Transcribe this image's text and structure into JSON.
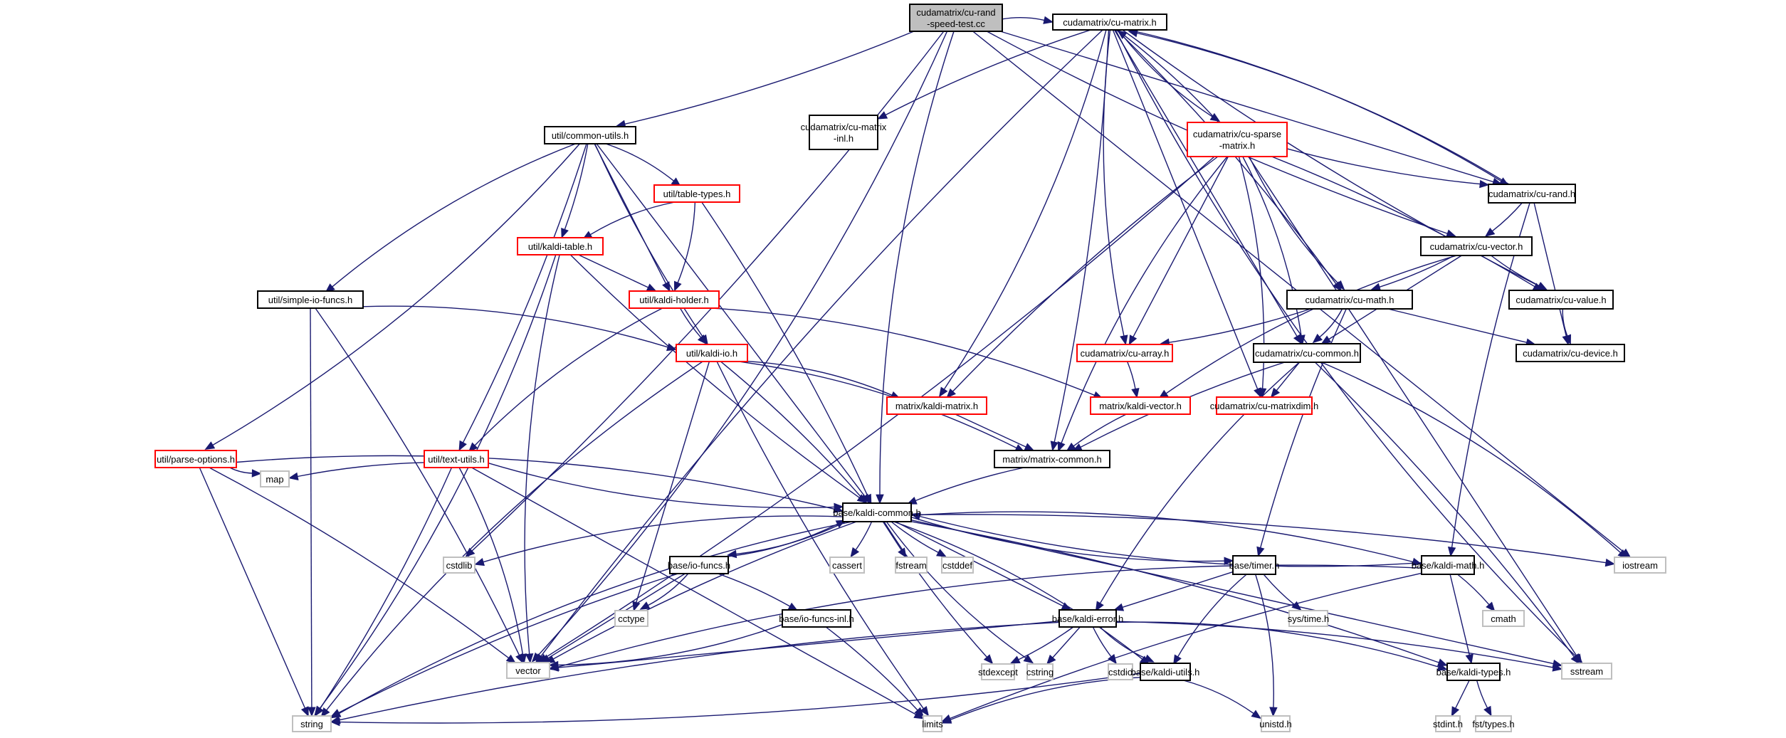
{
  "diagram": {
    "type": "include-dependency-graph",
    "colors": {
      "edge": "#191970",
      "root_fill": "#bfbfbf",
      "normal_border": "#000000",
      "truncated_border": "#ff0000",
      "external_border": "#bfbfbf"
    },
    "nodes": [
      {
        "id": "root",
        "label": [
          "cudamatrix/cu-rand",
          "-speed-test.cc"
        ],
        "kind": "root"
      },
      {
        "id": "cu_matrix",
        "label": [
          "cudamatrix/cu-matrix.h"
        ],
        "kind": "normal"
      },
      {
        "id": "common_utils",
        "label": [
          "util/common-utils.h"
        ],
        "kind": "normal"
      },
      {
        "id": "cu_matrix_inl",
        "label": [
          "cudamatrix/cu-matrix",
          "-inl.h"
        ],
        "kind": "normal"
      },
      {
        "id": "cu_sparse",
        "label": [
          "cudamatrix/cu-sparse",
          "-matrix.h"
        ],
        "kind": "red"
      },
      {
        "id": "table_types",
        "label": [
          "util/table-types.h"
        ],
        "kind": "red"
      },
      {
        "id": "kaldi_table",
        "label": [
          "util/kaldi-table.h"
        ],
        "kind": "red"
      },
      {
        "id": "cu_rand",
        "label": [
          "cudamatrix/cu-rand.h"
        ],
        "kind": "normal"
      },
      {
        "id": "simple_io",
        "label": [
          "util/simple-io-funcs.h"
        ],
        "kind": "normal"
      },
      {
        "id": "kaldi_holder",
        "label": [
          "util/kaldi-holder.h"
        ],
        "kind": "red"
      },
      {
        "id": "cu_vector",
        "label": [
          "cudamatrix/cu-vector.h"
        ],
        "kind": "normal"
      },
      {
        "id": "cu_math",
        "label": [
          "cudamatrix/cu-math.h"
        ],
        "kind": "normal"
      },
      {
        "id": "cu_value",
        "label": [
          "cudamatrix/cu-value.h"
        ],
        "kind": "normal"
      },
      {
        "id": "kaldi_io",
        "label": [
          "util/kaldi-io.h"
        ],
        "kind": "red"
      },
      {
        "id": "cu_array",
        "label": [
          "cudamatrix/cu-array.h"
        ],
        "kind": "red"
      },
      {
        "id": "cu_common",
        "label": [
          "cudamatrix/cu-common.h"
        ],
        "kind": "normal"
      },
      {
        "id": "cu_device",
        "label": [
          "cudamatrix/cu-device.h"
        ],
        "kind": "normal"
      },
      {
        "id": "kaldi_matrix",
        "label": [
          "matrix/kaldi-matrix.h"
        ],
        "kind": "red"
      },
      {
        "id": "kaldi_vector",
        "label": [
          "matrix/kaldi-vector.h"
        ],
        "kind": "red"
      },
      {
        "id": "cu_matrixdim",
        "label": [
          "cudamatrix/cu-matrixdim.h"
        ],
        "kind": "red"
      },
      {
        "id": "parse_options",
        "label": [
          "util/parse-options.h"
        ],
        "kind": "red"
      },
      {
        "id": "text_utils",
        "label": [
          "util/text-utils.h"
        ],
        "kind": "red"
      },
      {
        "id": "matrix_common",
        "label": [
          "matrix/matrix-common.h"
        ],
        "kind": "normal"
      },
      {
        "id": "map",
        "label": [
          "map"
        ],
        "kind": "ext"
      },
      {
        "id": "kaldi_common",
        "label": [
          "base/kaldi-common.h"
        ],
        "kind": "normal"
      },
      {
        "id": "cstdlib",
        "label": [
          "cstdlib"
        ],
        "kind": "ext"
      },
      {
        "id": "io_funcs",
        "label": [
          "base/io-funcs.h"
        ],
        "kind": "normal"
      },
      {
        "id": "cassert",
        "label": [
          "cassert"
        ],
        "kind": "ext"
      },
      {
        "id": "fstream",
        "label": [
          "fstream"
        ],
        "kind": "ext"
      },
      {
        "id": "cstddef",
        "label": [
          "cstddef"
        ],
        "kind": "ext"
      },
      {
        "id": "timer",
        "label": [
          "base/timer.h"
        ],
        "kind": "normal"
      },
      {
        "id": "kaldi_math",
        "label": [
          "base/kaldi-math.h"
        ],
        "kind": "normal"
      },
      {
        "id": "iostream",
        "label": [
          "iostream"
        ],
        "kind": "ext"
      },
      {
        "id": "cctype",
        "label": [
          "cctype"
        ],
        "kind": "ext"
      },
      {
        "id": "io_funcs_inl",
        "label": [
          "base/io-funcs-inl.h"
        ],
        "kind": "normal"
      },
      {
        "id": "kaldi_error",
        "label": [
          "base/kaldi-error.h"
        ],
        "kind": "normal"
      },
      {
        "id": "sys_time",
        "label": [
          "sys/time.h"
        ],
        "kind": "ext"
      },
      {
        "id": "cmath",
        "label": [
          "cmath"
        ],
        "kind": "ext"
      },
      {
        "id": "vector",
        "label": [
          "vector"
        ],
        "kind": "ext"
      },
      {
        "id": "stdexcept",
        "label": [
          "stdexcept"
        ],
        "kind": "ext"
      },
      {
        "id": "cstring",
        "label": [
          "cstring"
        ],
        "kind": "ext"
      },
      {
        "id": "cstdio",
        "label": [
          "cstdio"
        ],
        "kind": "ext"
      },
      {
        "id": "kaldi_utils",
        "label": [
          "base/kaldi-utils.h"
        ],
        "kind": "normal"
      },
      {
        "id": "kaldi_types",
        "label": [
          "base/kaldi-types.h"
        ],
        "kind": "normal"
      },
      {
        "id": "sstream",
        "label": [
          "sstream"
        ],
        "kind": "ext"
      },
      {
        "id": "string",
        "label": [
          "string"
        ],
        "kind": "ext"
      },
      {
        "id": "limits",
        "label": [
          "limits"
        ],
        "kind": "ext"
      },
      {
        "id": "unistd",
        "label": [
          "unistd.h"
        ],
        "kind": "ext"
      },
      {
        "id": "stdint",
        "label": [
          "stdint.h"
        ],
        "kind": "ext"
      },
      {
        "id": "fst_types",
        "label": [
          "fst/types.h"
        ],
        "kind": "ext"
      }
    ],
    "edges": [
      [
        "root",
        "cu_matrix"
      ],
      [
        "root",
        "common_utils"
      ],
      [
        "root",
        "cu_rand"
      ],
      [
        "root",
        "cu_vector"
      ],
      [
        "root",
        "kaldi_common"
      ],
      [
        "root",
        "vector"
      ],
      [
        "root",
        "cstdlib"
      ],
      [
        "root",
        "iostream"
      ],
      [
        "cu_matrix",
        "cu_matrix_inl"
      ],
      [
        "cu_matrix",
        "cu_sparse"
      ],
      [
        "cu_matrix",
        "cu_rand"
      ],
      [
        "cu_matrix",
        "cu_math"
      ],
      [
        "cu_matrix",
        "cu_common"
      ],
      [
        "cu_matrix",
        "cu_value"
      ],
      [
        "cu_matrix",
        "cu_array"
      ],
      [
        "cu_matrix",
        "kaldi_matrix"
      ],
      [
        "cu_matrix",
        "matrix_common"
      ],
      [
        "cu_matrix",
        "cu_matrixdim"
      ],
      [
        "cu_matrix",
        "vector"
      ],
      [
        "cu_matrix",
        "sstream"
      ],
      [
        "common_utils",
        "table_types"
      ],
      [
        "common_utils",
        "kaldi_table"
      ],
      [
        "common_utils",
        "kaldi_holder"
      ],
      [
        "common_utils",
        "kaldi_io"
      ],
      [
        "common_utils",
        "simple_io"
      ],
      [
        "common_utils",
        "parse_options"
      ],
      [
        "common_utils",
        "text_utils"
      ],
      [
        "common_utils",
        "kaldi_common"
      ],
      [
        "cu_sparse",
        "cu_rand"
      ],
      [
        "cu_sparse",
        "cu_math"
      ],
      [
        "cu_sparse",
        "cu_common"
      ],
      [
        "cu_sparse",
        "cu_value"
      ],
      [
        "cu_sparse",
        "cu_array"
      ],
      [
        "cu_sparse",
        "kaldi_matrix"
      ],
      [
        "cu_sparse",
        "matrix_common"
      ],
      [
        "cu_sparse",
        "cu_matrixdim"
      ],
      [
        "cu_sparse",
        "vector"
      ],
      [
        "cu_sparse",
        "sstream"
      ],
      [
        "cu_sparse",
        "cu_matrix"
      ],
      [
        "table_types",
        "kaldi_table"
      ],
      [
        "table_types",
        "kaldi_holder"
      ],
      [
        "table_types",
        "kaldi_common"
      ],
      [
        "kaldi_table",
        "kaldi_holder"
      ],
      [
        "kaldi_table",
        "kaldi_common"
      ],
      [
        "kaldi_table",
        "vector"
      ],
      [
        "kaldi_table",
        "string"
      ],
      [
        "cu_rand",
        "cu_vector"
      ],
      [
        "cu_rand",
        "cu_device"
      ],
      [
        "cu_rand",
        "kaldi_math"
      ],
      [
        "cu_rand",
        "cu_matrix"
      ],
      [
        "simple_io",
        "kaldi_io"
      ],
      [
        "simple_io",
        "vector"
      ],
      [
        "simple_io",
        "string"
      ],
      [
        "kaldi_holder",
        "kaldi_io"
      ],
      [
        "kaldi_holder",
        "text_utils"
      ],
      [
        "kaldi_holder",
        "kaldi_vector"
      ],
      [
        "cu_vector",
        "cu_math"
      ],
      [
        "cu_vector",
        "cu_common"
      ],
      [
        "cu_vector",
        "cu_value"
      ],
      [
        "cu_vector",
        "kaldi_vector"
      ],
      [
        "cu_math",
        "cu_common"
      ],
      [
        "cu_math",
        "cu_array"
      ],
      [
        "cu_math",
        "cu_device"
      ],
      [
        "cu_math",
        "timer"
      ],
      [
        "cu_value",
        "cu_device"
      ],
      [
        "kaldi_io",
        "kaldi_matrix"
      ],
      [
        "kaldi_io",
        "kaldi_common"
      ],
      [
        "kaldi_io",
        "cctype"
      ],
      [
        "kaldi_io",
        "limits"
      ],
      [
        "kaldi_io",
        "string"
      ],
      [
        "kaldi_io",
        "matrix_common"
      ],
      [
        "cu_array",
        "kaldi_vector"
      ],
      [
        "cu_common",
        "cu_matrixdim"
      ],
      [
        "cu_common",
        "matrix_common"
      ],
      [
        "cu_common",
        "kaldi_error"
      ],
      [
        "cu_common",
        "iostream"
      ],
      [
        "cu_common",
        "sstream"
      ],
      [
        "kaldi_matrix",
        "matrix_common"
      ],
      [
        "kaldi_vector",
        "matrix_common"
      ],
      [
        "parse_options",
        "map"
      ],
      [
        "parse_options",
        "kaldi_common"
      ],
      [
        "parse_options",
        "vector"
      ],
      [
        "parse_options",
        "string"
      ],
      [
        "text_utils",
        "map"
      ],
      [
        "text_utils",
        "kaldi_common"
      ],
      [
        "text_utils",
        "vector"
      ],
      [
        "text_utils",
        "string"
      ],
      [
        "text_utils",
        "limits"
      ],
      [
        "matrix_common",
        "kaldi_common"
      ],
      [
        "kaldi_common",
        "cstdlib"
      ],
      [
        "kaldi_common",
        "io_funcs"
      ],
      [
        "kaldi_common",
        "cassert"
      ],
      [
        "kaldi_common",
        "fstream"
      ],
      [
        "kaldi_common",
        "cstddef"
      ],
      [
        "kaldi_common",
        "timer"
      ],
      [
        "kaldi_common",
        "kaldi_math"
      ],
      [
        "kaldi_common",
        "iostream"
      ],
      [
        "kaldi_common",
        "kaldi_error"
      ],
      [
        "kaldi_common",
        "stdexcept"
      ],
      [
        "kaldi_common",
        "cstring"
      ],
      [
        "kaldi_common",
        "kaldi_utils"
      ],
      [
        "kaldi_common",
        "kaldi_types"
      ],
      [
        "kaldi_common",
        "sstream"
      ],
      [
        "kaldi_common",
        "vector"
      ],
      [
        "kaldi_common",
        "string"
      ],
      [
        "io_funcs",
        "cctype"
      ],
      [
        "io_funcs",
        "io_funcs_inl"
      ],
      [
        "io_funcs",
        "vector"
      ],
      [
        "io_funcs",
        "string"
      ],
      [
        "io_funcs",
        "kaldi_common"
      ],
      [
        "io_funcs_inl",
        "vector"
      ],
      [
        "io_funcs_inl",
        "limits"
      ],
      [
        "timer",
        "kaldi_error"
      ],
      [
        "timer",
        "sys_time"
      ],
      [
        "timer",
        "kaldi_utils"
      ],
      [
        "timer",
        "unistd"
      ],
      [
        "kaldi_math",
        "cmath"
      ],
      [
        "kaldi_math",
        "kaldi_types"
      ],
      [
        "kaldi_math",
        "limits"
      ],
      [
        "kaldi_math",
        "vector"
      ],
      [
        "kaldi_math",
        "kaldi_common"
      ],
      [
        "kaldi_error",
        "stdexcept"
      ],
      [
        "kaldi_error",
        "cstring"
      ],
      [
        "kaldi_error",
        "cstdio"
      ],
      [
        "kaldi_error",
        "kaldi_utils"
      ],
      [
        "kaldi_error",
        "kaldi_types"
      ],
      [
        "kaldi_error",
        "sstream"
      ],
      [
        "kaldi_error",
        "vector"
      ],
      [
        "kaldi_error",
        "string"
      ],
      [
        "kaldi_utils",
        "limits"
      ],
      [
        "kaldi_utils",
        "unistd"
      ],
      [
        "kaldi_utils",
        "string"
      ],
      [
        "kaldi_types",
        "stdint"
      ],
      [
        "kaldi_types",
        "fst_types"
      ]
    ]
  }
}
